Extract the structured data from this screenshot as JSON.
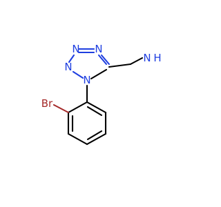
{
  "molecule": {
    "atom_labels": {
      "n_top_left": "N",
      "n_top_right": "N",
      "n_left": "N",
      "n_bottom": "N",
      "amine_n": "N",
      "amine_h": "H",
      "bromine": "Br"
    }
  },
  "colors": {
    "bond": "#000000",
    "nitrogen": "#1f3fe0",
    "bromine": "#a52a2a"
  }
}
